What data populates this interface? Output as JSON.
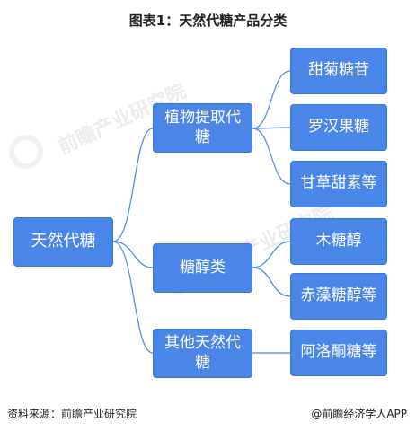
{
  "title": "图表1：天然代糖产品分类",
  "colors": {
    "node_fill": "#4a86e8",
    "edge": "#4a86e8"
  },
  "diagram": {
    "root": "天然代糖",
    "branches": [
      {
        "label": "植物提取代糖",
        "leaves": [
          "甜菊糖苷",
          "罗汉果糖",
          "甘草甜素等"
        ]
      },
      {
        "label": "糖醇类",
        "leaves": [
          "木糖醇",
          "赤藻糖醇等"
        ]
      },
      {
        "label": "其他天然代糖",
        "leaves": [
          "阿洛酮糖等"
        ]
      }
    ]
  },
  "footer": {
    "source": "资料来源：前瞻产业研究院",
    "brand": "@前瞻经济学人APP"
  }
}
